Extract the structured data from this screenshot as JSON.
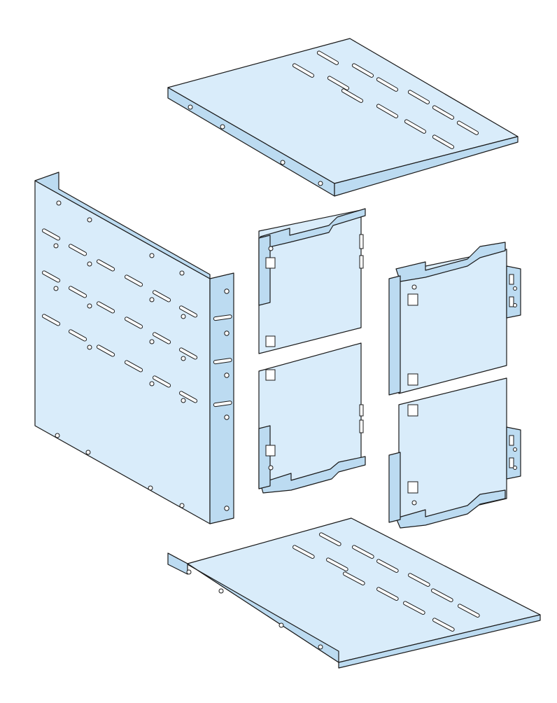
{
  "colors": {
    "background": "#ffffff",
    "panel_fill": "#d9ecfa",
    "panel_shade": "#bcdbf1",
    "outline": "#1a1a1a"
  },
  "parts": [
    {
      "id": "top-plate"
    },
    {
      "id": "side-panel"
    },
    {
      "id": "upper-left-bracket"
    },
    {
      "id": "lower-left-bracket"
    },
    {
      "id": "upper-right-bracket"
    },
    {
      "id": "lower-right-bracket"
    },
    {
      "id": "bottom-plate"
    }
  ]
}
